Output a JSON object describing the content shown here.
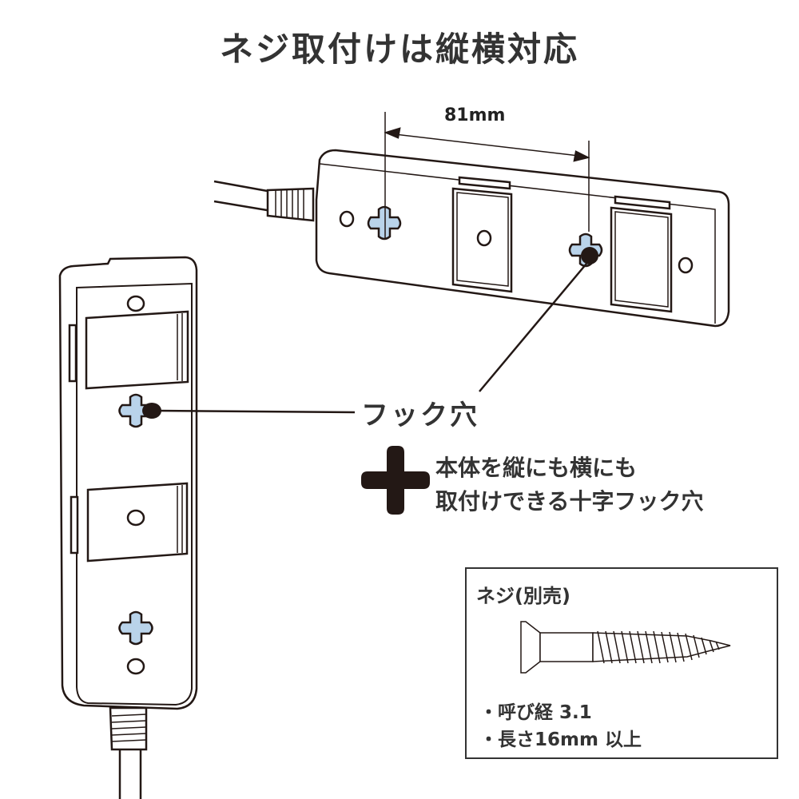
{
  "title": "ネジ取付けは縦横対応",
  "dimension": {
    "label": "81mm"
  },
  "callout": {
    "hook_hole_label": "フック穴"
  },
  "feature": {
    "icon": "cross-hook-icon",
    "line1": "本体を縦にも横にも",
    "line2": "取付けできる十字フック穴"
  },
  "screw_box": {
    "title": "ネジ(別売)",
    "specs": [
      "・呼び経 3.1",
      "・長さ16mm 以上"
    ]
  },
  "colors": {
    "hole_fill": "#b9d3ea",
    "line": "#231815",
    "text": "#333333"
  }
}
